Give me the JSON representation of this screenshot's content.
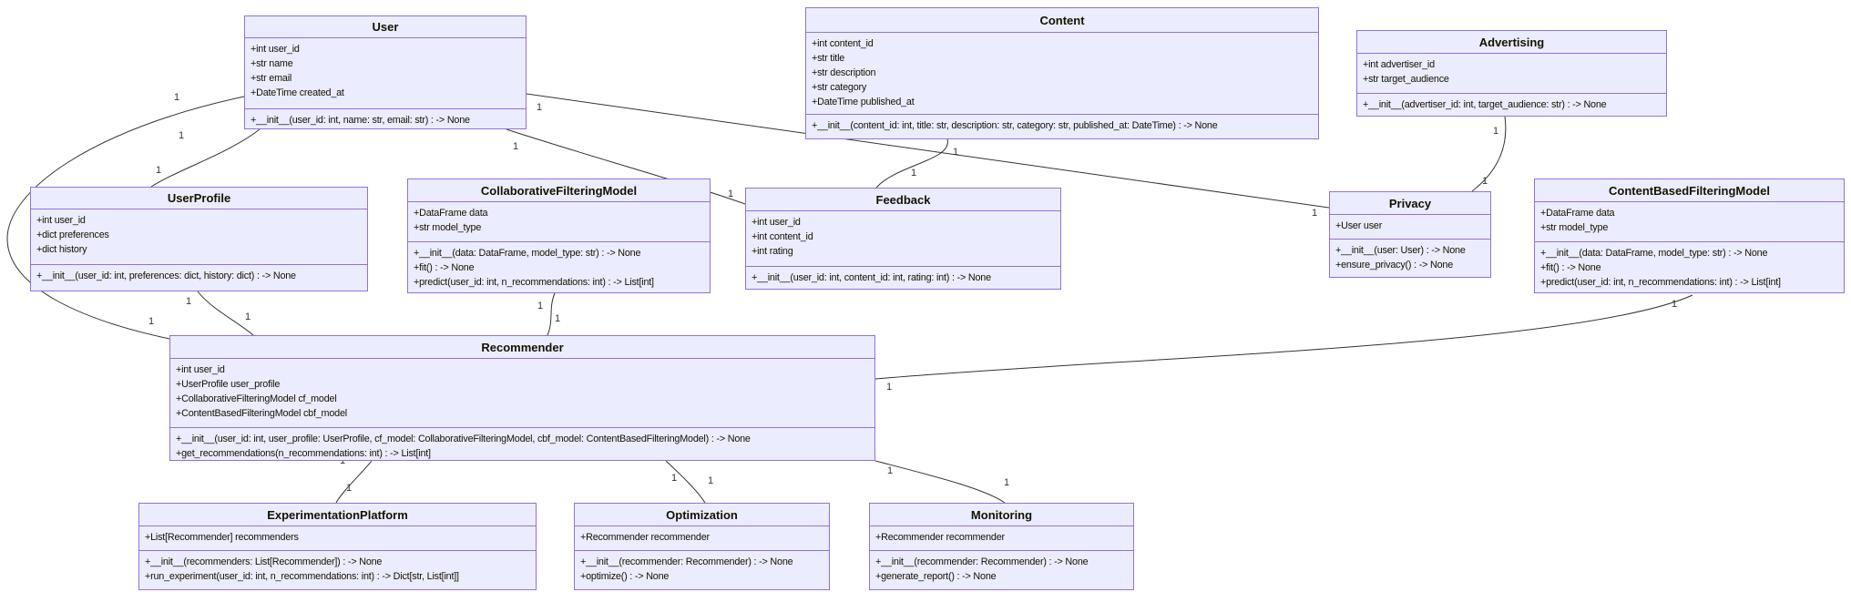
{
  "diagram": {
    "kind": "uml-class-diagram",
    "background": "#ffffff",
    "colors": {
      "node_fill": "#ECECFF",
      "node_border": "#9370DB",
      "edge_line": "#333333",
      "text": "#131300"
    },
    "classes": [
      {
        "id": "User",
        "name": "User",
        "attributes": [
          "+int user_id",
          "+str name",
          "+str email",
          "+DateTime created_at"
        ],
        "methods": [
          "+__init__(user_id: int, name: str, email: str) : -> None"
        ]
      },
      {
        "id": "Content",
        "name": "Content",
        "attributes": [
          "+int content_id",
          "+str title",
          "+str description",
          "+str category",
          "+DateTime published_at"
        ],
        "methods": [
          "+__init__(content_id: int, title: str, description: str, category: str, published_at: DateTime) : -> None"
        ]
      },
      {
        "id": "Advertising",
        "name": "Advertising",
        "attributes": [
          "+int advertiser_id",
          "+str target_audience"
        ],
        "methods": [
          "+__init__(advertiser_id: int, target_audience: str) : -> None"
        ]
      },
      {
        "id": "UserProfile",
        "name": "UserProfile",
        "attributes": [
          "+int user_id",
          "+dict preferences",
          "+dict history"
        ],
        "methods": [
          "+__init__(user_id: int, preferences: dict, history: dict) : -> None"
        ]
      },
      {
        "id": "CollaborativeFilteringModel",
        "name": "CollaborativeFilteringModel",
        "attributes": [
          "+DataFrame data",
          "+str model_type"
        ],
        "methods": [
          "+__init__(data: DataFrame, model_type: str) : -> None",
          "+fit() : -> None",
          "+predict(user_id: int, n_recommendations: int) : -> List[int]"
        ]
      },
      {
        "id": "Feedback",
        "name": "Feedback",
        "attributes": [
          "+int user_id",
          "+int content_id",
          "+int rating"
        ],
        "methods": [
          "+__init__(user_id: int, content_id: int, rating: int) : -> None"
        ]
      },
      {
        "id": "Privacy",
        "name": "Privacy",
        "attributes": [
          "+User user"
        ],
        "methods": [
          "+__init__(user: User) : -> None",
          "+ensure_privacy() : -> None"
        ]
      },
      {
        "id": "ContentBasedFilteringModel",
        "name": "ContentBasedFilteringModel",
        "attributes": [
          "+DataFrame data",
          "+str model_type"
        ],
        "methods": [
          "+__init__(data: DataFrame, model_type: str) : -> None",
          "+fit() : -> None",
          "+predict(user_id: int, n_recommendations: int) : -> List[int]"
        ]
      },
      {
        "id": "Recommender",
        "name": "Recommender",
        "attributes": [
          "+int user_id",
          "+UserProfile user_profile",
          "+CollaborativeFilteringModel cf_model",
          "+ContentBasedFilteringModel cbf_model"
        ],
        "methods": [
          "+__init__(user_id: int, user_profile: UserProfile, cf_model: CollaborativeFilteringModel, cbf_model: ContentBasedFilteringModel) : -> None",
          "+get_recommendations(n_recommendations: int) : -> List[int]"
        ]
      },
      {
        "id": "ExperimentationPlatform",
        "name": "ExperimentationPlatform",
        "attributes": [
          "+List[Recommender] recommenders"
        ],
        "methods": [
          "+__init__(recommenders: List[Recommender]) : -> None",
          "+run_experiment(user_id: int, n_recommendations: int) : -> Dict[str, List[int]]"
        ]
      },
      {
        "id": "Optimization",
        "name": "Optimization",
        "attributes": [
          "+Recommender recommender"
        ],
        "methods": [
          "+__init__(recommender: Recommender) : -> None",
          "+optimize() : -> None"
        ]
      },
      {
        "id": "Monitoring",
        "name": "Monitoring",
        "attributes": [
          "+Recommender recommender"
        ],
        "methods": [
          "+__init__(recommender: Recommender) : -> None",
          "+generate_report() : -> None"
        ]
      }
    ],
    "relationships": [
      {
        "from": "User",
        "to": "UserProfile",
        "from_label": "1",
        "to_label": "1"
      },
      {
        "from": "User",
        "to": "Recommender",
        "from_label": "1",
        "to_label": "1"
      },
      {
        "from": "User",
        "to": "Feedback",
        "from_label": "1",
        "to_label": "1"
      },
      {
        "from": "User",
        "to": "Privacy",
        "from_label": "1",
        "to_label": "1"
      },
      {
        "from": "Content",
        "to": "Feedback",
        "from_label": "1",
        "to_label": "1"
      },
      {
        "from": "Advertising",
        "to": "Privacy",
        "from_label": "1",
        "to_label": "1"
      },
      {
        "from": "CollaborativeFilteringModel",
        "to": "Recommender",
        "from_label": "1",
        "to_label": "1"
      },
      {
        "from": "UserProfile",
        "to": "Recommender",
        "from_label": "1",
        "to_label": "1"
      },
      {
        "from": "Recommender",
        "to": "ContentBasedFilteringModel",
        "from_label": "1",
        "to_label": "1"
      },
      {
        "from": "Recommender",
        "to": "ExperimentationPlatform",
        "from_label": "1",
        "to_label": "1"
      },
      {
        "from": "Recommender",
        "to": "Optimization",
        "from_label": "1",
        "to_label": "1"
      },
      {
        "from": "Recommender",
        "to": "Monitoring",
        "from_label": "1",
        "to_label": "1"
      }
    ]
  }
}
